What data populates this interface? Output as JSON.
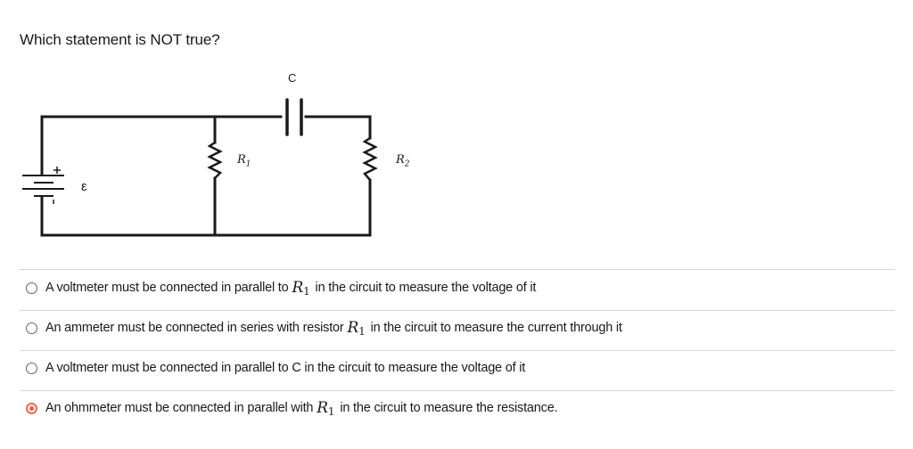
{
  "question": {
    "text": "Which statement is NOT true?"
  },
  "diagram": {
    "capacitor_label": "C",
    "emf_label": "ε",
    "battery_plus": "+",
    "battery_minus": "ı",
    "r1_label": "R",
    "r1_sub": "1",
    "r2_label": "R",
    "r2_sub": "2",
    "wire_color": "#1a1a1a"
  },
  "options": [
    {
      "before": "A voltmeter must be connected in parallel to",
      "math": "R",
      "math_sub": "1",
      "after": "in the circuit to measure the voltage of it",
      "selected": false
    },
    {
      "before": "An ammeter must be connected in series with resistor",
      "math": "R",
      "math_sub": "1",
      "after": "in the circuit to measure the current through it",
      "selected": false
    },
    {
      "before": "A voltmeter must be connected in parallel to C in the circuit to measure the voltage of it",
      "math": "",
      "math_sub": "",
      "after": "",
      "selected": false
    },
    {
      "before": "An ohmmeter must be connected in parallel with",
      "math": "R",
      "math_sub": "1",
      "after": "in the circuit to measure the resistance.",
      "selected": true
    }
  ],
  "colors": {
    "selected_radio": "#f0573a",
    "separator": "#d6d6d6"
  }
}
